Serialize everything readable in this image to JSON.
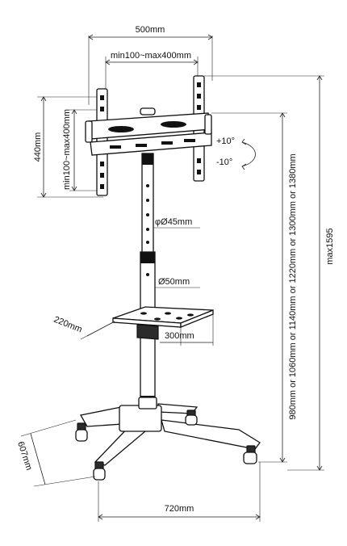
{
  "labels": {
    "mount_width": "500mm",
    "vesa_horizontal": "min100~max400mm",
    "mount_height": "440mm",
    "vesa_vertical": "min100~max400mm",
    "tilt_up": "+10°",
    "tilt_down": "-10°",
    "upper_pole_diameter": "φØ45mm",
    "lower_pole_diameter": "Ø50mm",
    "shelf_depth": "220mm",
    "shelf_width": "300mm",
    "base_depth": "607mm",
    "base_width": "720mm",
    "height_options": "980mm or 1060mm or 1140mm or 1220mm or 1300mm or 1380mm",
    "max_height": "max1595"
  }
}
